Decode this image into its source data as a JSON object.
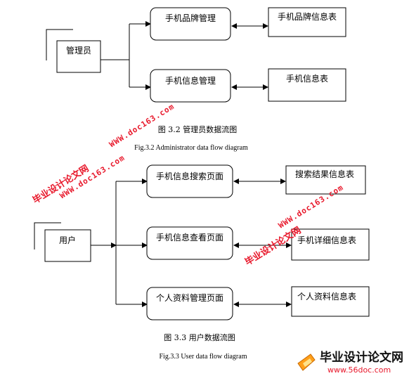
{
  "diagram1": {
    "actor": "管理员",
    "processes": [
      "手机品牌管理",
      "手机信息管理"
    ],
    "stores": [
      "手机品牌信息表",
      "手机信息表"
    ],
    "caption_cn": "图 3.2 管理员数据流图",
    "caption_en": "Fig.3.2    Administrator data flow diagram"
  },
  "diagram2": {
    "actor": "用户",
    "processes": [
      "手机信息搜索页面",
      "手机信息查看页面",
      "个人资料管理页面"
    ],
    "stores": [
      "搜索结果信息表",
      "手机详细信息表",
      "个人资料信息表"
    ],
    "caption_cn": "图 3.3    用户数据流图",
    "caption_en": "Fig.3.3    User data flow diagram"
  },
  "watermarks": {
    "site_name": "毕业设计论文网",
    "site_url": "WWW.doc163.com"
  },
  "logo": {
    "name": "毕业设计论文网",
    "url": "www.56doc.com"
  },
  "colors": {
    "watermark": "#e8192c",
    "line": "#000000"
  }
}
